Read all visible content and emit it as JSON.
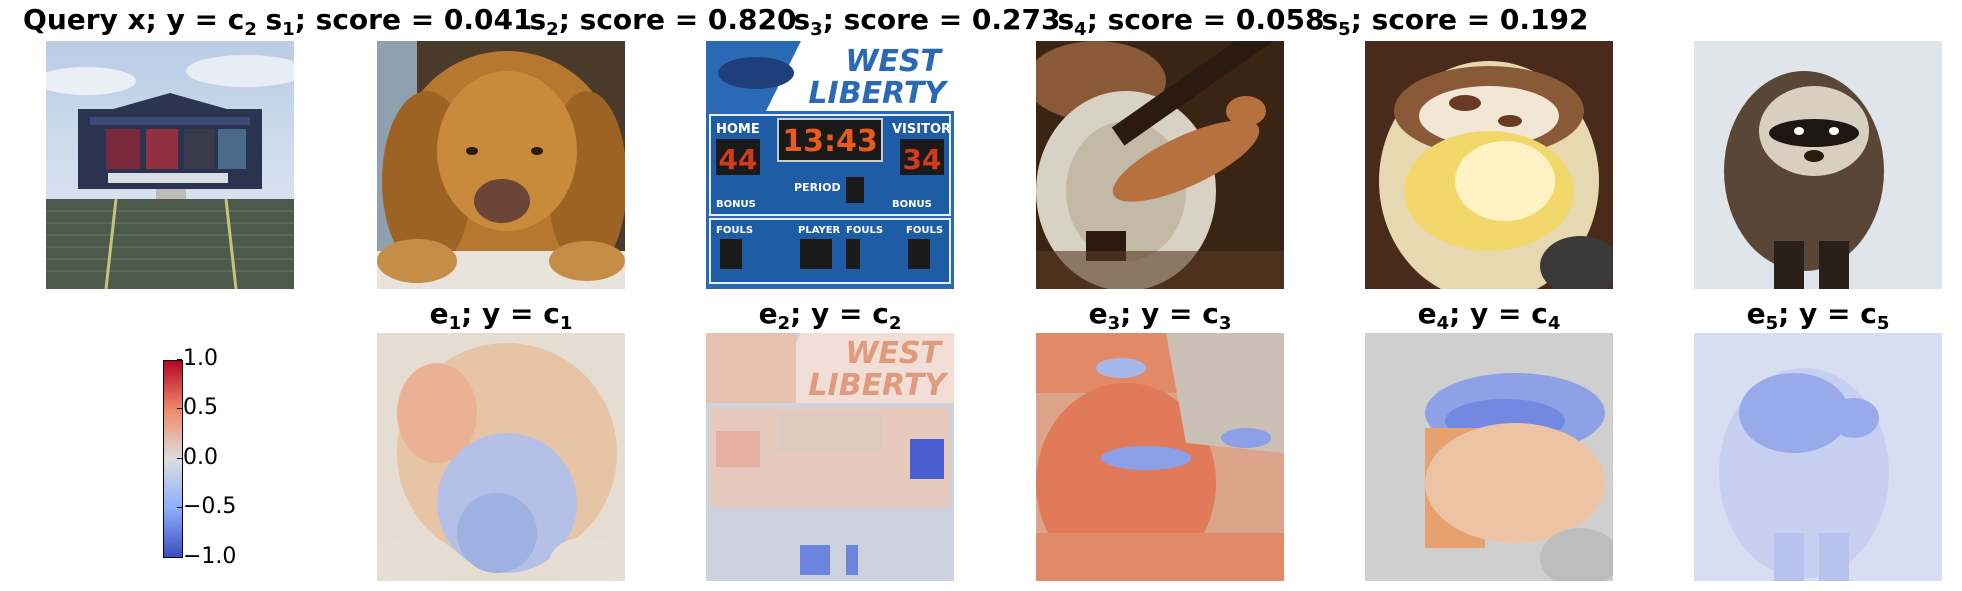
{
  "query": {
    "title_main": "Query x; y = c",
    "title_sub": "2"
  },
  "samples": [
    {
      "label": "s",
      "sub": "1",
      "score_text": "; score = 0.041",
      "score": 0.041,
      "image": "golden retriever dog"
    },
    {
      "label": "s",
      "sub": "2",
      "score_text": "; score = 0.820",
      "score": 0.82,
      "image": "West Liberty scoreboard"
    },
    {
      "label": "s",
      "sub": "3",
      "score_text": "; score = 0.273",
      "score": 0.273,
      "image": "guitar being played"
    },
    {
      "label": "s",
      "sub": "4",
      "score_text": "; score = 0.058",
      "score": 0.058,
      "image": "glass of custard dessert"
    },
    {
      "label": "s",
      "sub": "5",
      "score_text": "; score = 0.192",
      "score": 0.192,
      "image": "ferret on snow"
    }
  ],
  "explanations": [
    {
      "label": "e",
      "sub": "1",
      "y_text": "; y = c",
      "y_sub": "1"
    },
    {
      "label": "e",
      "sub": "2",
      "y_text": "; y = c",
      "y_sub": "2"
    },
    {
      "label": "e",
      "sub": "3",
      "y_text": "; y = c",
      "y_sub": "3"
    },
    {
      "label": "e",
      "sub": "4",
      "y_text": "; y = c",
      "y_sub": "4"
    },
    {
      "label": "e",
      "sub": "5",
      "y_text": "; y = c",
      "y_sub": "5"
    }
  ],
  "scoreboard_text": {
    "school": "WEST",
    "school2": "LIBERTY",
    "home": "HOME",
    "visitor": "VISITOR",
    "home_score": "44",
    "visitor_score": "34",
    "clock": "13:43",
    "period": "PERIOD",
    "bonus": "BONUS",
    "fouls": "FOULS",
    "player": "PLAYER"
  },
  "colorbar": {
    "min": -1.0,
    "max": 1.0,
    "colormap": "coolwarm",
    "ticks": [
      "1.0",
      "0.5",
      "0.0",
      "−0.5",
      "−1.0"
    ],
    "colors": {
      "high": "#b40426",
      "mid": "#dddddd",
      "low": "#3b4cc0"
    }
  }
}
